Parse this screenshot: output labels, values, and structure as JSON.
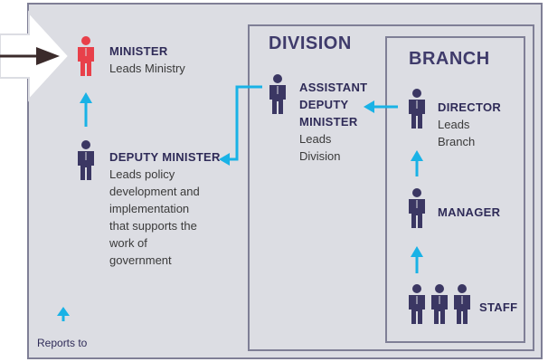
{
  "colors": {
    "minister": "#e8404a",
    "person": "#3b3763",
    "arrow": "#19b2e6",
    "border": "#7f7f96",
    "background": "#dcdde3"
  },
  "sections": {
    "division": "DIVISION",
    "branch": "BRANCH"
  },
  "roles": {
    "minister": {
      "name": "MINISTER",
      "description": "Leads Ministry"
    },
    "deputy_minister": {
      "name": "DEPUTY MINISTER",
      "description_lines": [
        "Leads policy",
        "development and",
        "implementation",
        "that supports the",
        "work of",
        "government"
      ]
    },
    "assistant_deputy_minister": {
      "name_lines": [
        "ASSISTANT",
        "DEPUTY",
        "MINISTER"
      ],
      "description_lines": [
        "Leads",
        "Division"
      ]
    },
    "director": {
      "name": "DIRECTOR",
      "description_lines": [
        "Leads",
        "Branch"
      ]
    },
    "manager": {
      "name": "MANAGER"
    },
    "staff": {
      "name": "STAFF"
    }
  },
  "legend": {
    "label": "Reports to",
    "icon": "arrow-up-icon"
  }
}
